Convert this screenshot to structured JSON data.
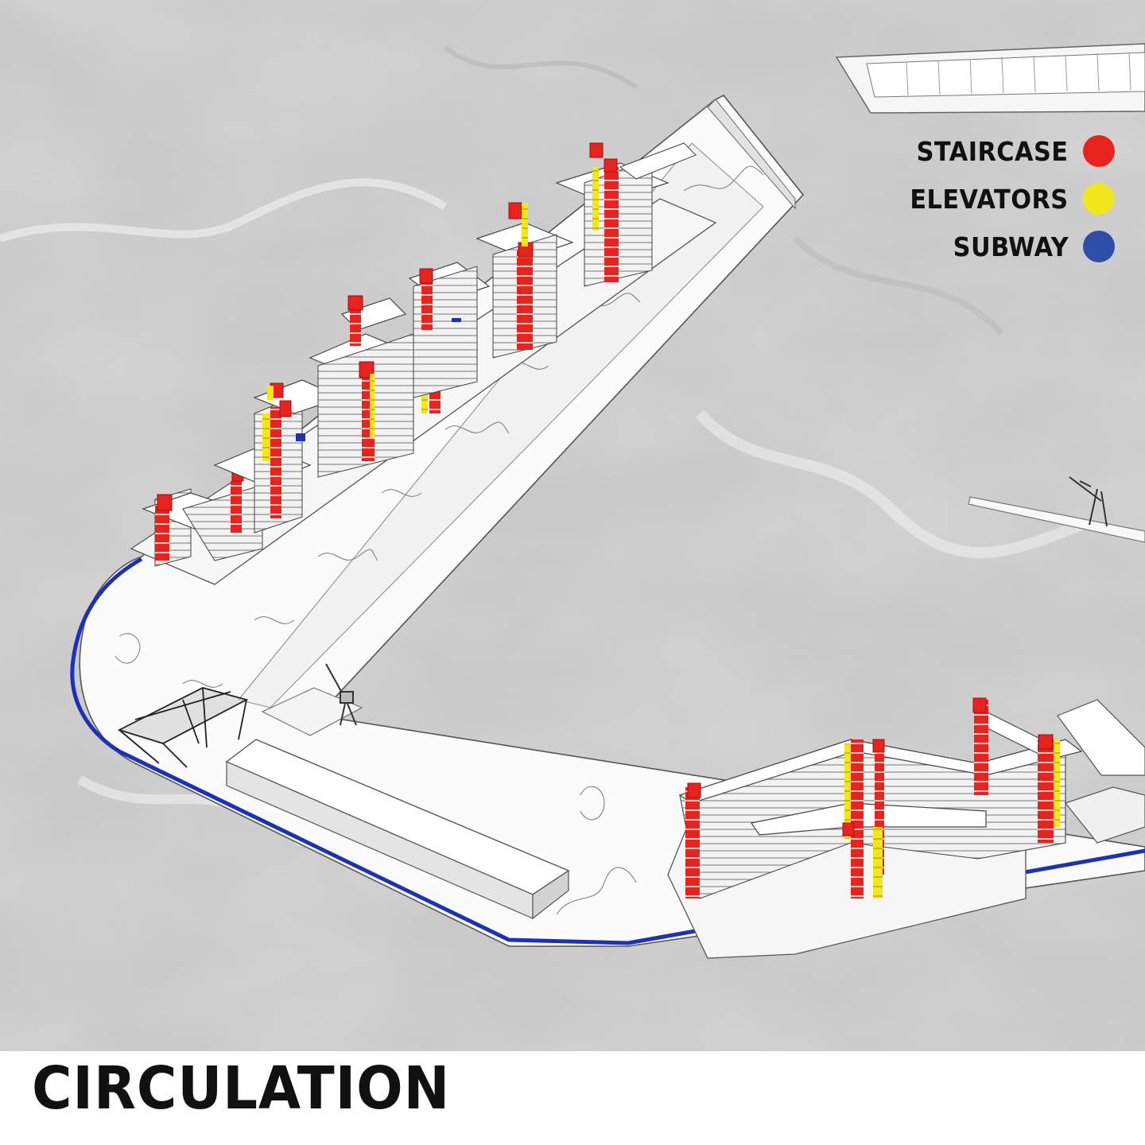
{
  "caption": "CIRCULATION",
  "legend": [
    {
      "label": "STAIRCASE",
      "color": "#e8221c"
    },
    {
      "label": "ELEVATORS",
      "color": "#f3e61a"
    },
    {
      "label": "SUBWAY",
      "color": "#2d4fa6"
    }
  ],
  "colors": {
    "staircase": "#e8221c",
    "elevator": "#f3e61a",
    "subway": "#1932b8",
    "background": "#cfcfcf",
    "paper": "#ffffff"
  }
}
